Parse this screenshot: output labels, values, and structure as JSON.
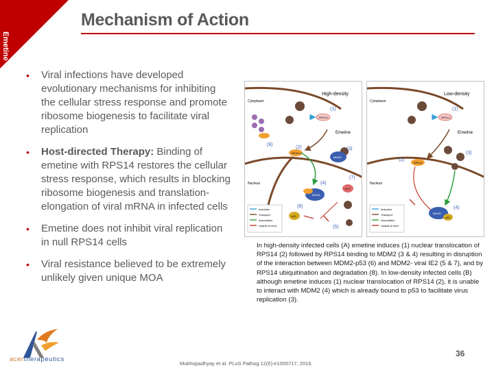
{
  "sidebar_tab": "Emetine",
  "title": "Mechanism of Action",
  "bullets": [
    {
      "bold": "",
      "text": "Viral infections have developed evolutionary mechanisms for inhibiting the cellular stress response and promote ribosome biogenesis to facilitate viral replication"
    },
    {
      "bold": "Host-directed Therapy:",
      "text": " Binding of emetine with RPS14 restores the cellular stress response, which results in blocking ribosome biogenesis and translation-elongation of viral mRNA in infected cells"
    },
    {
      "bold": "",
      "text": "Emetine does not inhibit viral replication in null RPS14 cells"
    },
    {
      "bold": "",
      "text": "Viral resistance believed to be extremely unlikely given unique MOA"
    }
  ],
  "figure": {
    "left": {
      "header": "High-density",
      "cytoplasm": "Cytoplasm",
      "nucleus": "Nucleus",
      "emetine": "Emetine",
      "rps14": "RPS14",
      "mdm2": "MDM2",
      "ie2": "IE-2",
      "p53": "p53",
      "steps": [
        "(1)",
        "(2)",
        "(3)",
        "(4)",
        "(5)",
        "(6)",
        "(7)",
        "(8)"
      ]
    },
    "right": {
      "header": "Low-density",
      "cytoplasm": "Cytoplasm",
      "nucleus": "Nucleus",
      "emetine": "Emetine",
      "rps14": "RPS14",
      "mdm2": "MDM2",
      "p53": "p53",
      "steps": [
        "(1)",
        "(2)",
        "(3)",
        "(4)"
      ]
    },
    "legend": [
      "Induction",
      "Transport",
      "Association",
      "Unable to bind"
    ],
    "colors": {
      "induction": "#3aa0d8",
      "transport": "#7a4a2a",
      "association": "#2e9e3e",
      "unable": "#c0392b"
    }
  },
  "caption": "In high-density infected cells (A) emetine induces (1) nuclear translocation of RPS14 (2) followed by RPS14 binding to MDM2 (3 & 4) resulting in disruption of the interaction between MDM2-p53 (6) and MDM2- viral IE2 (5 & 7), and by RPS14 ubiquitination and degradation (8). In low-density infected cells (B) although emetine induces (1) nuclear translocation of RPS14 (2), it is unable to interact with MDM2 (4) which is already bound to p53 to facilitate virus replication (3).",
  "logo": {
    "part1": "acer",
    "part2": "therapeutics"
  },
  "citation": "Mukhopadhyay et al. PLoS Pathog 12(6):e1005717, 2016.",
  "page_number": "36"
}
